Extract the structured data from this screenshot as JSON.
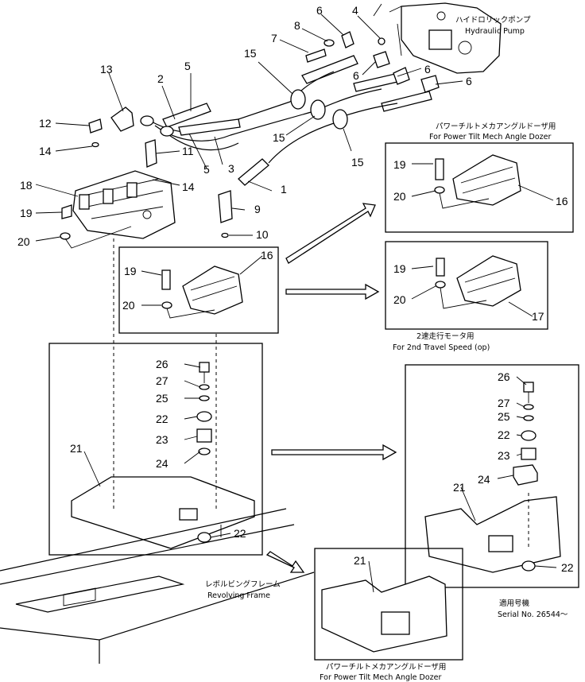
{
  "parts": [
    {
      "id": "p1",
      "num": "1"
    },
    {
      "id": "p2",
      "num": "2"
    },
    {
      "id": "p3",
      "num": "3"
    },
    {
      "id": "p4",
      "num": "4"
    },
    {
      "id": "p5a",
      "num": "5"
    },
    {
      "id": "p5b",
      "num": "5"
    },
    {
      "id": "p6a",
      "num": "6"
    },
    {
      "id": "p6b",
      "num": "6"
    },
    {
      "id": "p6c",
      "num": "6"
    },
    {
      "id": "p6d",
      "num": "6"
    },
    {
      "id": "p7",
      "num": "7"
    },
    {
      "id": "p8",
      "num": "8"
    },
    {
      "id": "p9",
      "num": "9"
    },
    {
      "id": "p10",
      "num": "10"
    },
    {
      "id": "p11",
      "num": "11"
    },
    {
      "id": "p12",
      "num": "12"
    },
    {
      "id": "p13",
      "num": "13"
    },
    {
      "id": "p14a",
      "num": "14"
    },
    {
      "id": "p14b",
      "num": "14"
    },
    {
      "id": "p15a",
      "num": "15"
    },
    {
      "id": "p15b",
      "num": "15"
    },
    {
      "id": "p15c",
      "num": "15"
    },
    {
      "id": "p16a",
      "num": "16"
    },
    {
      "id": "p16b",
      "num": "16"
    },
    {
      "id": "p16c",
      "num": "16"
    },
    {
      "id": "p17",
      "num": "17"
    },
    {
      "id": "p18",
      "num": "18"
    },
    {
      "id": "p19a",
      "num": "19"
    },
    {
      "id": "p19b",
      "num": "19"
    },
    {
      "id": "p19c",
      "num": "19"
    },
    {
      "id": "p19d",
      "num": "19"
    },
    {
      "id": "p20a",
      "num": "20"
    },
    {
      "id": "p20b",
      "num": "20"
    },
    {
      "id": "p20c",
      "num": "20"
    },
    {
      "id": "p20d",
      "num": "20"
    },
    {
      "id": "p21a",
      "num": "21"
    },
    {
      "id": "p21b",
      "num": "21"
    },
    {
      "id": "p21c",
      "num": "21"
    },
    {
      "id": "p22a",
      "num": "22"
    },
    {
      "id": "p22b",
      "num": "22"
    },
    {
      "id": "p22c",
      "num": "22"
    },
    {
      "id": "p22d",
      "num": "22"
    },
    {
      "id": "p23a",
      "num": "23"
    },
    {
      "id": "p23b",
      "num": "23"
    },
    {
      "id": "p24a",
      "num": "24"
    },
    {
      "id": "p24b",
      "num": "24"
    },
    {
      "id": "p25a",
      "num": "25"
    },
    {
      "id": "p25b",
      "num": "25"
    },
    {
      "id": "p26a",
      "num": "26"
    },
    {
      "id": "p26b",
      "num": "26"
    },
    {
      "id": "p27a",
      "num": "27"
    },
    {
      "id": "p27b",
      "num": "27"
    }
  ],
  "captions": {
    "hydraulic_pump_jp": "ハイドロリックポンプ",
    "hydraulic_pump_en": "Hydraulic Pump",
    "power_tilt_top_jp": "パワーチルトメカアングルドーザ用",
    "power_tilt_top_en": "For Power Tilt Mech Angle Dozer",
    "travel_speed_jp": "2速走行モータ用",
    "travel_speed_en": "For 2nd Travel Speed (op)",
    "revolving_frame_jp": "レボルビングフレーム",
    "revolving_frame_en": "Revolving Frame",
    "serial_jp": "適用号機",
    "serial_en": "Serial No. 26544～",
    "power_tilt_bottom_jp": "パワーチルトメカアングルドーザ用",
    "power_tilt_bottom_en": "For Power Tilt Mech Angle Dozer"
  }
}
